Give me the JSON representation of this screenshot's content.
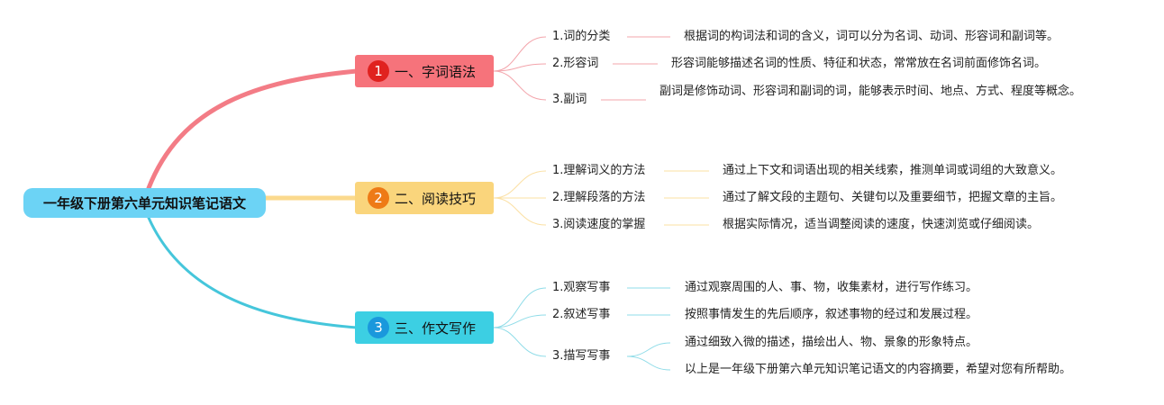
{
  "root": {
    "label": "一年级下册第六单元知识笔记语文"
  },
  "colors": {
    "branch1": "#f6737b",
    "branch1_num": "#e0221f",
    "branch1_line": "#f37c86",
    "branch2": "#fad57c",
    "branch2_num": "#ee7a16",
    "branch2_line": "#fbd98d",
    "branch3": "#3ccfe3",
    "branch3_num": "#1a98dc",
    "branch3_line": "#45c6db",
    "root": "#6cd3f5"
  },
  "branches": [
    {
      "num": "1",
      "label": "一、字词语法",
      "items": [
        {
          "label": "1.词的分类",
          "details": [
            "根据词的构词法和词的含义，词可以分为名词、动词、形容词和副词等。"
          ]
        },
        {
          "label": "2.形容词",
          "details": [
            "形容词能够描述名词的性质、特征和状态，常常放在名词前面修饰名词。"
          ]
        },
        {
          "label": "3.副词",
          "details": [
            "副词是修饰动词、形容词和副词的词，能够表示时间、地点、方式、程度等概念。"
          ]
        }
      ]
    },
    {
      "num": "2",
      "label": "二、阅读技巧",
      "items": [
        {
          "label": "1.理解词义的方法",
          "details": [
            "通过上下文和词语出现的相关线索，推测单词或词组的大致意义。"
          ]
        },
        {
          "label": "2.理解段落的方法",
          "details": [
            "通过了解文段的主题句、关键句以及重要细节，把握文章的主旨。"
          ]
        },
        {
          "label": "3.阅读速度的掌握",
          "details": [
            "根据实际情况，适当调整阅读的速度，快速浏览或仔细阅读。"
          ]
        }
      ]
    },
    {
      "num": "3",
      "label": "三、作文写作",
      "items": [
        {
          "label": "1.观察写事",
          "details": [
            "通过观察周围的人、事、物，收集素材，进行写作练习。"
          ]
        },
        {
          "label": "2.叙述写事",
          "details": [
            "按照事情发生的先后顺序，叙述事物的经过和发展过程。"
          ]
        },
        {
          "label": "3.描写写事",
          "details": [
            "通过细致入微的描述，描绘出人、物、景象的形象特点。",
            "以上是一年级下册第六单元知识笔记语文的内容摘要，希望对您有所帮助。"
          ]
        }
      ]
    }
  ]
}
